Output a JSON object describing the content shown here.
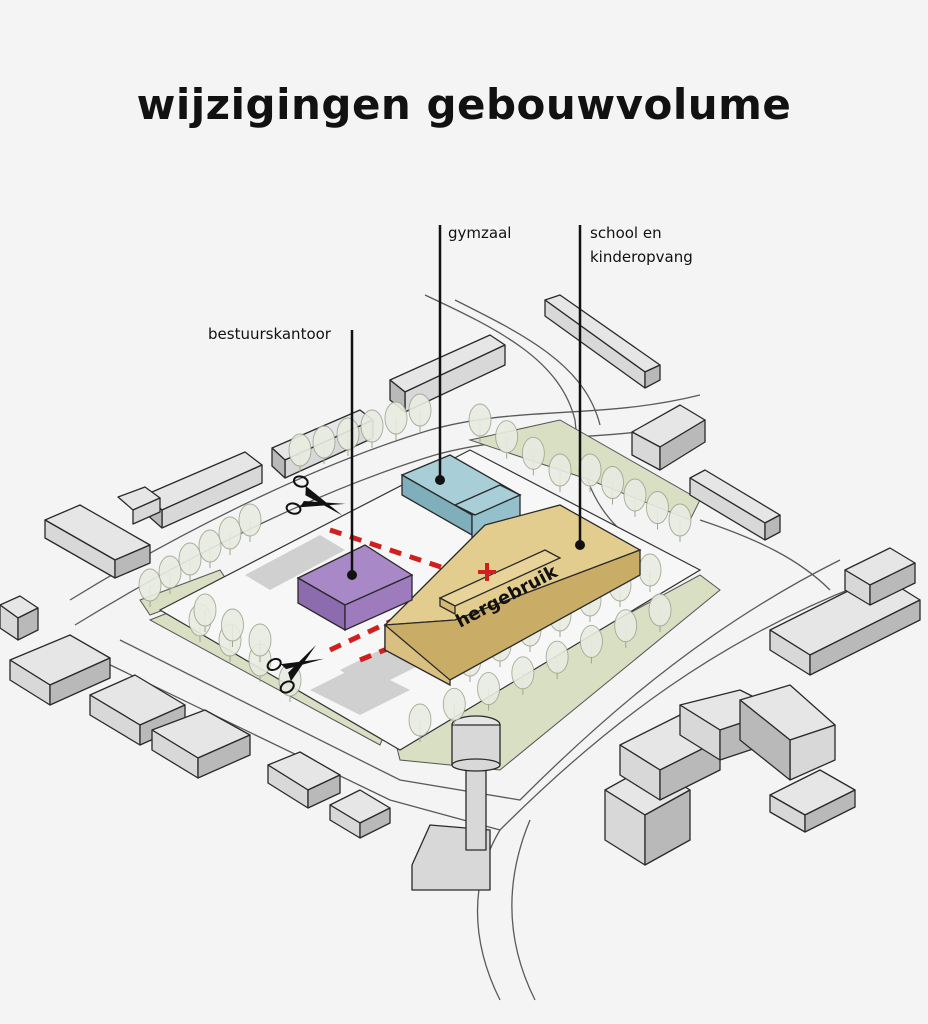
{
  "title": "wijzigingen gebouwvolume",
  "labels": {
    "bestuurskantoor": "bestuurskantoor",
    "gymzaal": "gymzaal",
    "school_line1": "school en",
    "school_line2": "kinderopvang",
    "hergebruik": "hergebruik"
  },
  "colors": {
    "bestuurskantoor": "#9d7bbd",
    "gymzaal": "#8fbac4",
    "school": "#d9c081",
    "demolition": "#d11f1f",
    "green": "#d9dfc3",
    "building": "#d8d8d8"
  },
  "icons": [
    "scissors-icon",
    "plus-icon"
  ]
}
